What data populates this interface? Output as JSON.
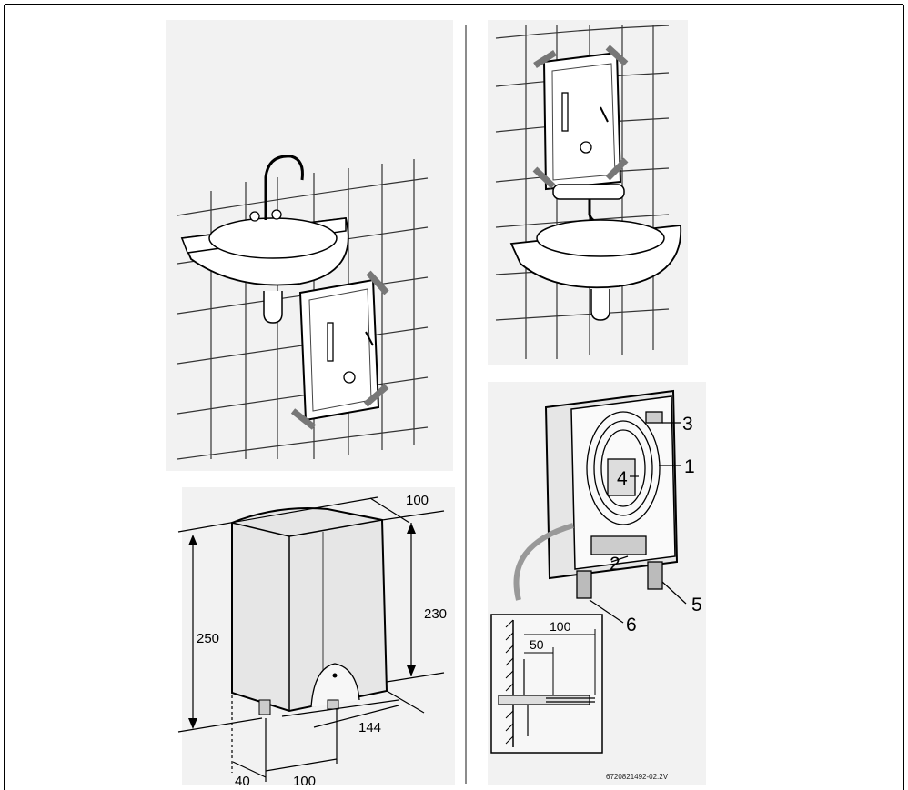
{
  "dimensions": {
    "depth_top": "100",
    "height_total": "250",
    "height_inner": "230",
    "width_bottom": "144",
    "offset_left": "40",
    "spacing_bottom": "100"
  },
  "detail": {
    "outer": "100",
    "inner": "50"
  },
  "callouts": {
    "c1": "1",
    "c2": "2",
    "c3": "3",
    "c4": "4",
    "c5": "5",
    "c6": "6"
  },
  "drawing_code": "6720821492-02.2V"
}
